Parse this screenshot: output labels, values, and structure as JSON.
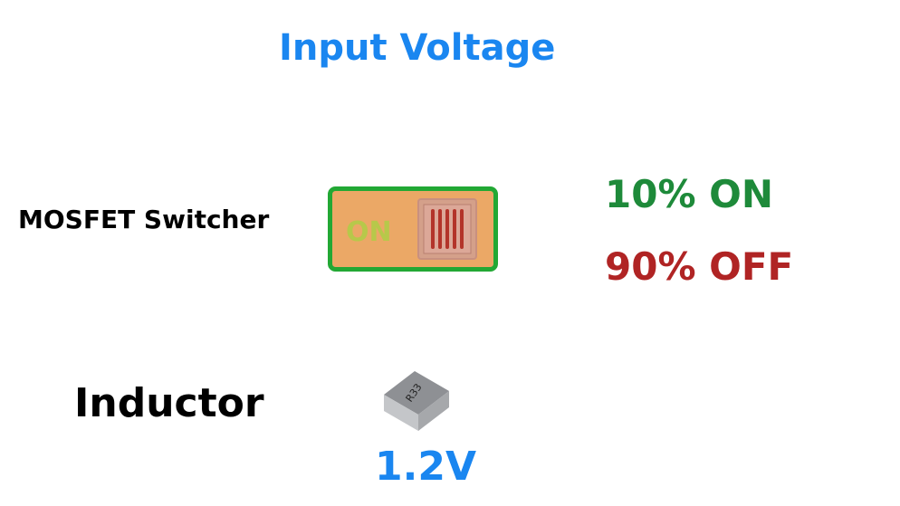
{
  "title": "Input Voltage",
  "mosfet": {
    "label": "MOSFET Switcher",
    "switch_text": "ON",
    "on_percent_text": "10% ON",
    "off_percent_text": "90% OFF"
  },
  "inductor": {
    "label": "Inductor",
    "marking": "R33",
    "output_voltage": "1.2V"
  },
  "colors": {
    "title": "#1a86f0",
    "on": "#1e8a3a",
    "off": "#b02424",
    "switch_fill": "#eba866",
    "switch_border": "#22a834"
  }
}
